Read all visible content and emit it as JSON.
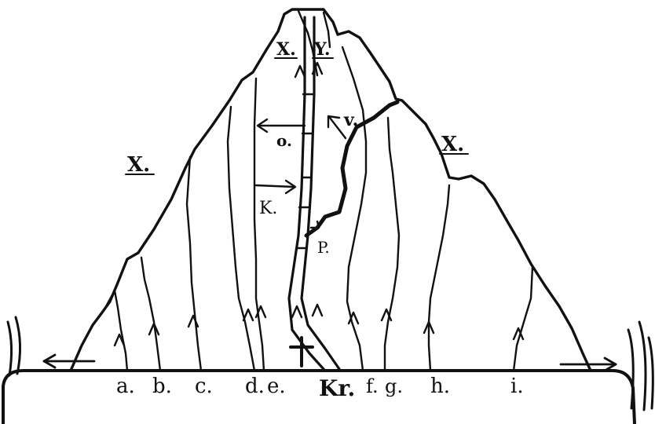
{
  "labels": {
    "x_left": "X.",
    "x_top_left": "X.",
    "y_top": "Y.",
    "x_right": "X.",
    "v": "v.",
    "o": "o.",
    "k": "K.",
    "p": "P.",
    "a": "a.",
    "b": "b.",
    "c": "c.",
    "d": "d.",
    "e": "e.",
    "kr": "Kr.",
    "f": "f.",
    "g": "g.",
    "h": "h.",
    "i": "i."
  },
  "colors": {
    "ink": "#111111",
    "background": "#ffffff"
  }
}
